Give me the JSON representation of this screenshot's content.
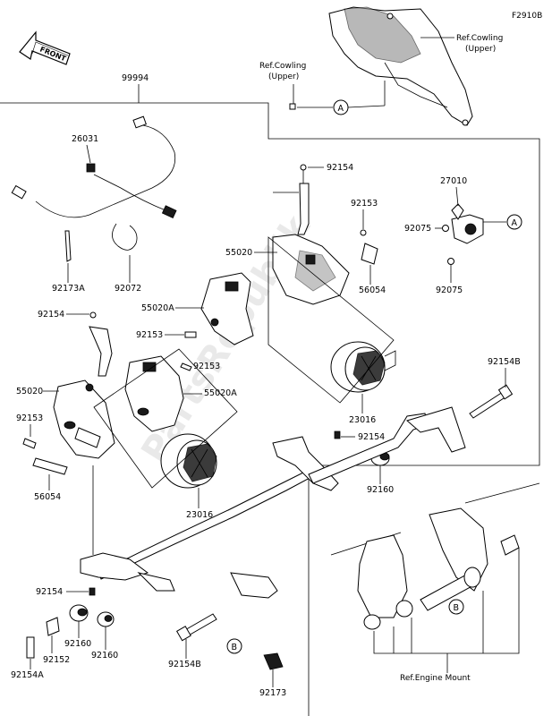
{
  "diagram_code": "F2910B",
  "front_arrow_label": "FRONT",
  "watermark": "PartsRepublik",
  "refs": {
    "cowling_upper_right_line1": "Ref.Cowling",
    "cowling_upper_right_line2": "(Upper)",
    "cowling_upper_left_line1": "Ref.Cowling",
    "cowling_upper_left_line2": "(Upper)",
    "engine_mount": "Ref.Engine Mount"
  },
  "circles": {
    "a": "A",
    "b": "B"
  },
  "parts": {
    "p99994": "99994",
    "p26031": "26031",
    "p92173A": "92173A",
    "p92072": "92072",
    "p92154_a": "92154",
    "p92153_a": "92153",
    "p27010": "27010",
    "p92075_a": "92075",
    "p92075_b": "92075",
    "p55020_a": "55020",
    "p56054_a": "56054",
    "p55020A_a": "55020A",
    "p92153_b": "92153",
    "p92154_b": "92154",
    "p92153_c": "92153",
    "p55020A_b": "55020A",
    "p92154B_a": "92154B",
    "p55020_b": "55020",
    "p92153_d": "92153",
    "p23016_a": "23016",
    "p92154_c": "92154",
    "p56054_b": "56054",
    "p92160_a": "92160",
    "p23016_b": "23016",
    "p92154_d": "92154",
    "p92154A": "92154A",
    "p92152": "92152",
    "p92160_b": "92160",
    "p92160_c": "92160",
    "p92154B_b": "92154B",
    "p92173": "92173"
  }
}
